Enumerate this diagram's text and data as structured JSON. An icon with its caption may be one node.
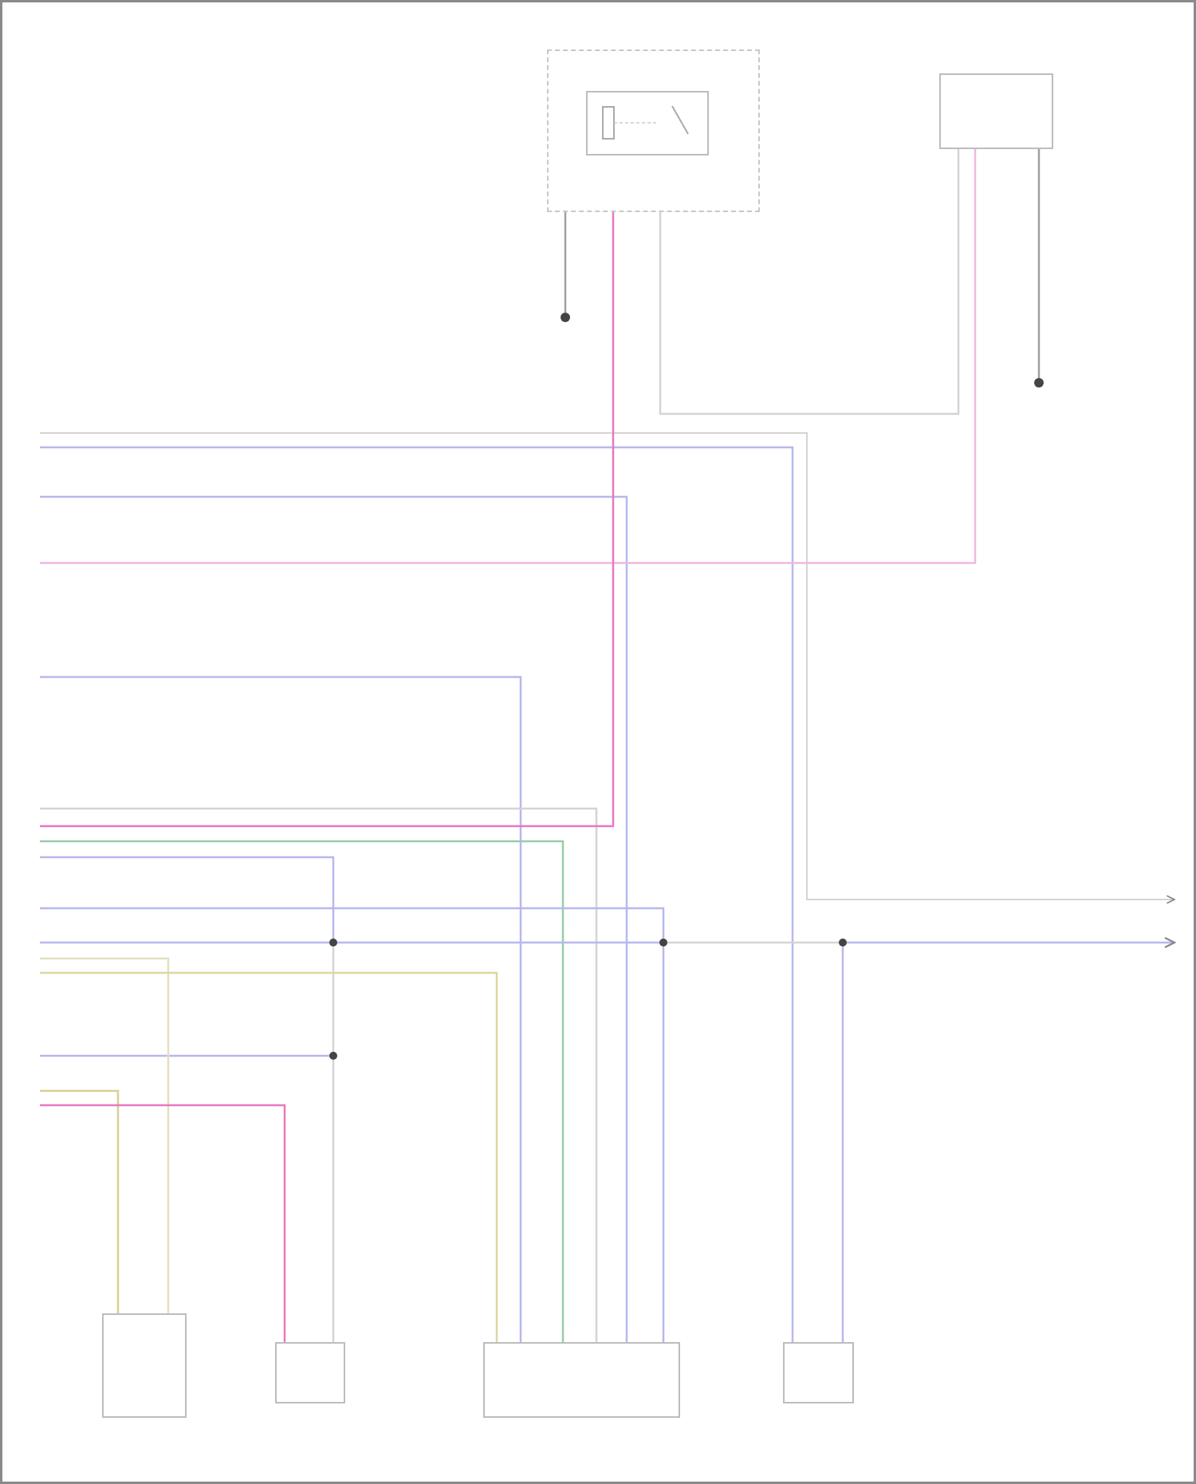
{
  "diagram": {
    "nodes": [
      {
        "text": [],
        "shape": "box"
      },
      {
        "text": [],
        "shape": "box",
        "in": 0
      },
      {
        "text": [],
        "shape": "box"
      },
      {
        "text": [],
        "shape": "circle"
      },
      {
        "text": [],
        "shape": "circle"
      },
      {
        "text": [],
        "shape": "box"
      },
      {
        "text": [],
        "shape": "box"
      },
      {
        "text": [],
        "shape": "box"
      },
      {
        "text": [],
        "shape": "box"
      },
      {
        "text": [],
        "shape": "circle"
      },
      {
        "text": [],
        "shape": "circle"
      },
      {
        "text": [],
        "shape": "circle"
      },
      {
        "text": [],
        "shape": "circle"
      }
    ],
    "edges": [
      {
        "from": null,
        "to": 8,
        "arrow": "none"
      },
      {
        "from": null,
        "to": 7,
        "arrow": "none"
      },
      {
        "from": null,
        "to": 2,
        "arrow": "none",
        "color": "#f0b8e0"
      },
      {
        "from": null,
        "to": 7,
        "arrow": "none"
      },
      {
        "from": null,
        "to": 7,
        "arrow": "none",
        "color": "#d4d4d4"
      },
      {
        "from": null,
        "to": 0,
        "arrow": "none",
        "color": "#e878c0"
      },
      {
        "from": null,
        "to": 7,
        "arrow": "none",
        "color": "#98cca8"
      },
      {
        "from": null,
        "to": 9,
        "arrow": "none"
      },
      {
        "from": null,
        "to": 10,
        "arrow": "none"
      },
      {
        "from": null,
        "to": 9,
        "arrow": "none"
      },
      {
        "from": 9,
        "to": 10,
        "arrow": "none"
      },
      {
        "from": 10,
        "to": 11,
        "arrow": "none",
        "color": "#d4d4d4"
      },
      {
        "from": 11,
        "to": null,
        "arrow": "to"
      },
      {
        "from": 9,
        "to": 12,
        "arrow": "none",
        "color": "#d4d4d4"
      },
      {
        "from": 12,
        "to": 6,
        "arrow": "none",
        "color": "#d4d4d4"
      },
      {
        "from": null,
        "to": 12,
        "arrow": "none"
      },
      {
        "from": 10,
        "to": 7,
        "arrow": "none"
      },
      {
        "from": 11,
        "to": 8,
        "arrow": "none"
      },
      {
        "from": null,
        "to": 5,
        "arrow": "none",
        "color": "#e4e0c0"
      },
      {
        "from": null,
        "to": 7,
        "arrow": "none",
        "color": "#dcd8a0"
      },
      {
        "from": null,
        "to": 5,
        "arrow": "none",
        "color": "#d8d090"
      },
      {
        "from": null,
        "to": 6,
        "arrow": "none",
        "color": "#e878c0"
      },
      {
        "from": 0,
        "to": 3,
        "arrow": "none",
        "color": "#a0a0a0"
      },
      {
        "from": 0,
        "to": 2,
        "arrow": "none",
        "color": "#d4d4d4"
      },
      {
        "from": 2,
        "to": 4,
        "arrow": "none",
        "color": "#a0a0a0"
      }
    ]
  }
}
